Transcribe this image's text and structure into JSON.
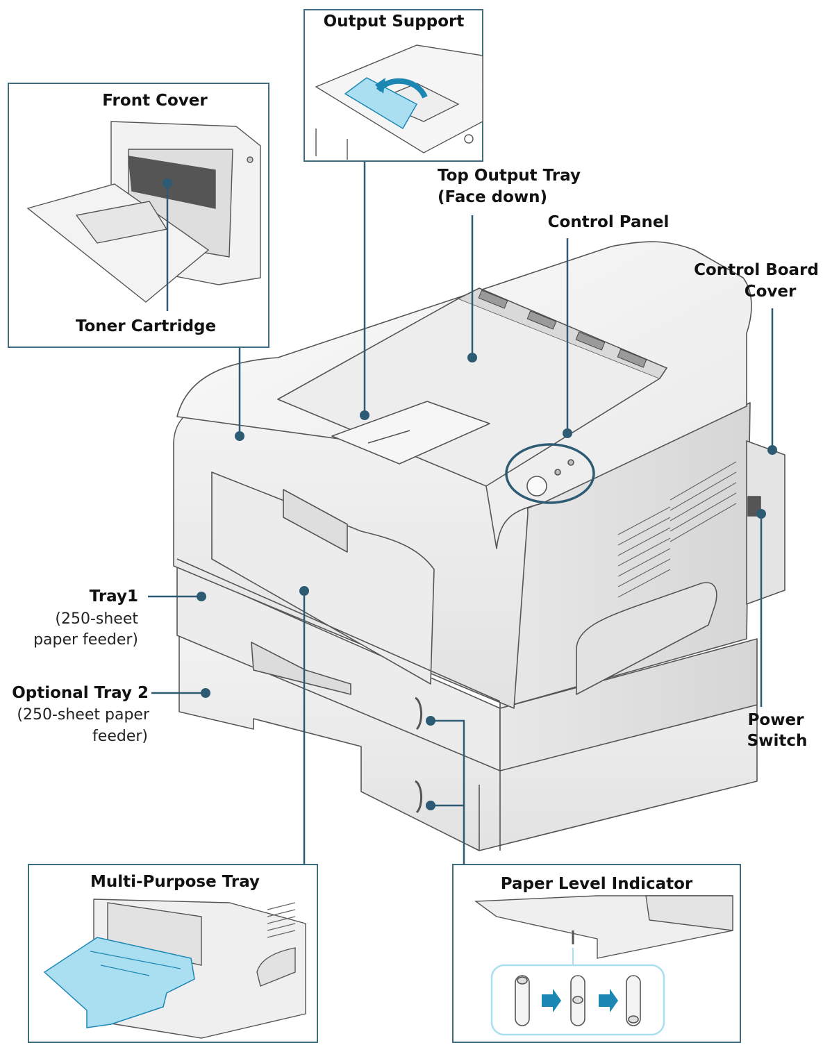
{
  "callouts": {
    "output_support": "Output Support",
    "front_cover": "Front Cover",
    "toner_cartridge": "Toner Cartridge",
    "top_output_tray_line1": "Top Output Tray",
    "top_output_tray_line2": "(Face down)",
    "control_panel": "Control Panel",
    "control_board_cover_line1": "Control Board",
    "control_board_cover_line2": "Cover",
    "tray1_title": "Tray1",
    "tray1_desc_line1": "(250-sheet",
    "tray1_desc_line2": "paper feeder)",
    "optional_tray2_title": "Optional Tray 2",
    "optional_tray2_desc_line1": "(250-sheet paper",
    "optional_tray2_desc_line2": "feeder)",
    "power_switch_line1": "Power",
    "power_switch_line2": "Switch",
    "multi_purpose_tray": "Multi-Purpose Tray",
    "paper_level_indicator": "Paper Level Indicator"
  },
  "colors": {
    "accent": "#2d5b73",
    "frame": "#3f6d80",
    "highlight_blue": "#a9dff0",
    "arrow_blue": "#1d87b4",
    "outline": "#555555"
  }
}
